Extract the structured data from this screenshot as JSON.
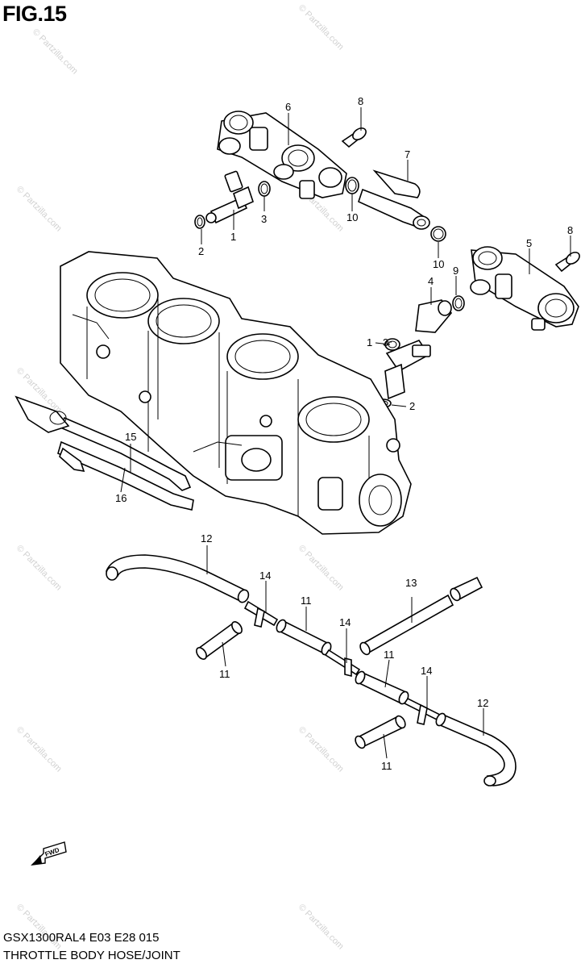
{
  "figure": {
    "title": "FIG.15",
    "model_code": "GSX1300RAL4  E03  E28  015",
    "caption": "THROTTLE BODY HOSE/JOINT"
  },
  "watermark": {
    "text": "© Partzilla.com",
    "color": "#d2d2d2"
  },
  "fwd_label": "FWD",
  "callouts": {
    "c1a": "1",
    "c1b": "1",
    "c2a": "2",
    "c2b": "2",
    "c3a": "3",
    "c3b": "3",
    "c4": "4",
    "c5": "5",
    "c6": "6",
    "c7": "7",
    "c8a": "8",
    "c8b": "8",
    "c9": "9",
    "c10a": "10",
    "c10b": "10",
    "c11a": "11",
    "c11b": "11",
    "c11c": "11",
    "c11d": "11",
    "c12a": "12",
    "c12b": "12",
    "c13": "13",
    "c14a": "14",
    "c14b": "14",
    "c14c": "14",
    "c15": "15",
    "c16": "16"
  }
}
